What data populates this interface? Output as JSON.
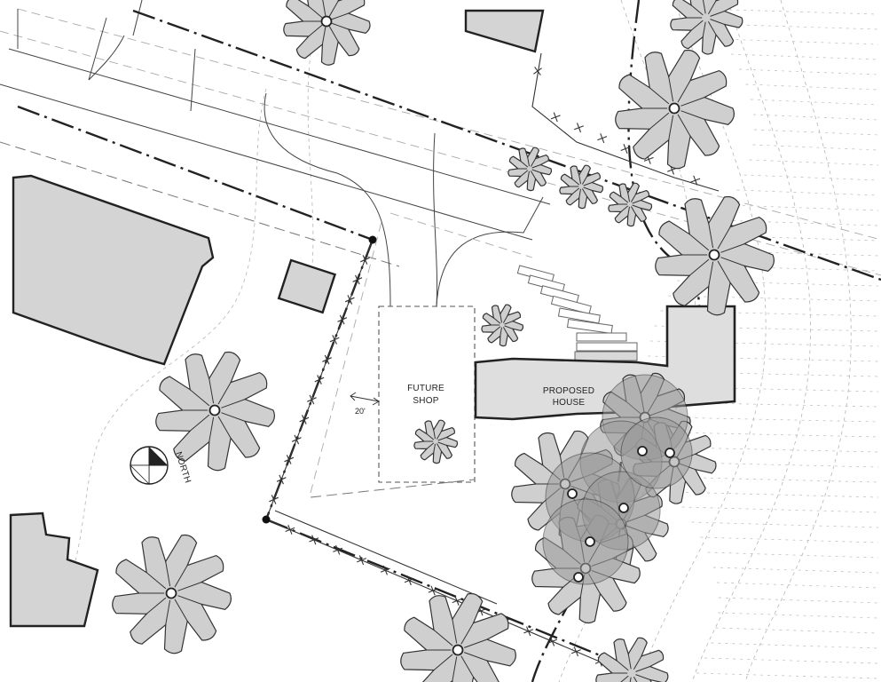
{
  "labels": {
    "future_shop_line1": "FUTURE",
    "future_shop_line2": "SHOP",
    "proposed_house_line1": "PROPOSED",
    "proposed_house_line2": "HOUSE",
    "setback": "20'",
    "north": "NORTH"
  }
}
